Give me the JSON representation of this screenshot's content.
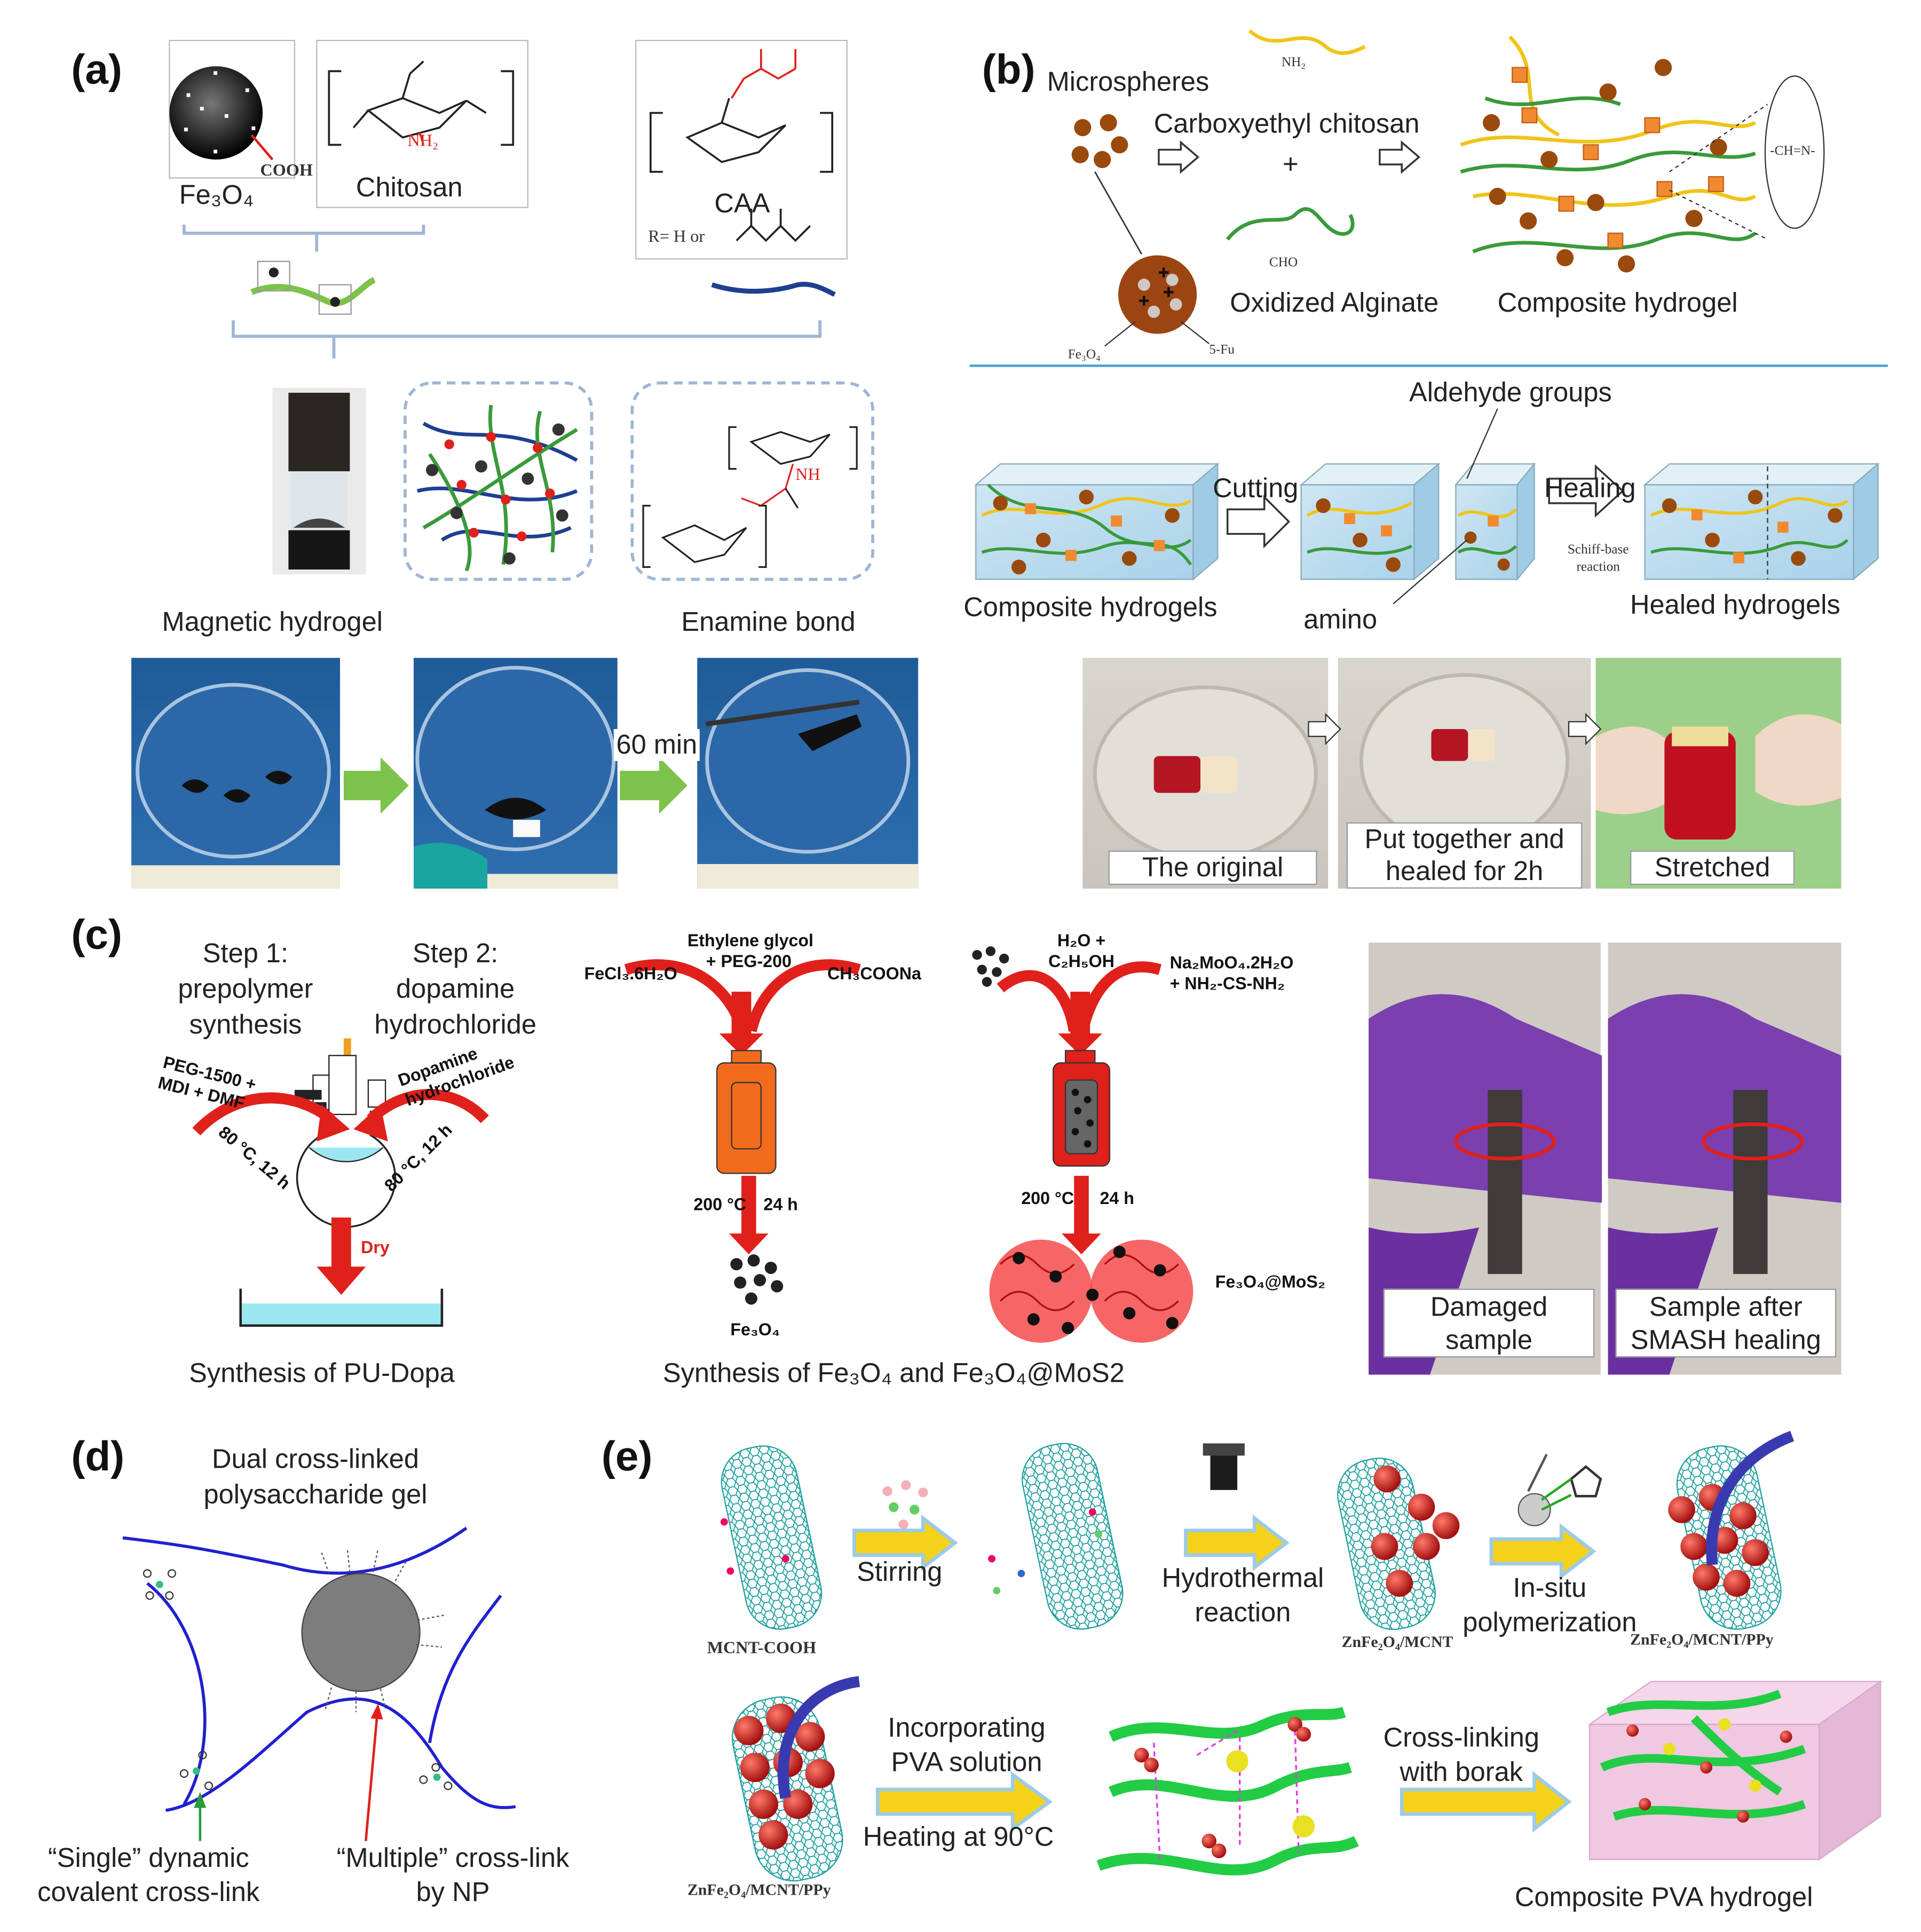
{
  "panels": {
    "a": {
      "letter": "(a)",
      "fe3o4_label": "Fe₃O₄",
      "cooh_label": "COOH",
      "chitosan_label": "Chitosan",
      "caa_label": "CAA",
      "r_def": "R= H  or",
      "nh2": "NH₂",
      "nh": "NH",
      "magnetic_hydrogel": "Magnetic hydrogel",
      "enamine_bond": "Enamine bond",
      "time_label": "60 min"
    },
    "b": {
      "letter": "(b)",
      "microspheres": "Microspheres",
      "carboxyethyl_chitosan": "Carboxyethyl chitosan",
      "plus": "+",
      "oxidized_alginate": "Oxidized Alginate",
      "composite_hydrogel": "Composite hydrogel",
      "fe3o4_small": "Fe₃O₄",
      "five_fu": "5-Fu",
      "nh2_small": "NH₂",
      "cho_small": "CHO",
      "ch_n": "-CH=N-",
      "aldehyde_groups": "Aldehyde groups",
      "cutting": "Cutting",
      "healing": "Healing",
      "schiff_base": "Schiff-base reaction",
      "composite_hydrogels": "Composite hydrogels",
      "amino": "amino",
      "healed_hydrogels": "Healed hydrogels",
      "photo_original": "The original",
      "photo_put_together_1": "Put together and",
      "photo_put_together_2": "healed for 2h",
      "photo_stretched": "Stretched"
    },
    "c": {
      "letter": "(c)",
      "step1_1": "Step 1:",
      "step1_2": "prepolymer",
      "step1_3": "synthesis",
      "step2_1": "Step 2:",
      "step2_2": "dopamine",
      "step2_3": "hydrochloride",
      "peg_label_1": "PEG-1500 +",
      "peg_label_2": "MDI + DMF",
      "dopamine_label_1": "Dopamine",
      "dopamine_label_2": "hydrochloride",
      "cond_left": "80 °C, 12 h",
      "cond_right": "80 °C, 12 h",
      "dry": "Dry",
      "synthesis_pu_dopa": "Synthesis of PU-Dopa",
      "fecl3": "FeCl₃.6H₂O",
      "ethylene_glycol_1": "Ethylene glycol",
      "ethylene_glycol_2": "+ PEG-200",
      "ch3coona": "CH₃COONa",
      "temp1": "200 °C",
      "time1": "24 h",
      "fe3o4": "Fe₃O₄",
      "h2o_1": "H₂O +",
      "h2o_2": "C₂H₅OH",
      "na2moo4_1": "Na₂MoO₄.2H₂O",
      "na2moo4_2": "+ NH₂-CS-NH₂",
      "temp2": "200 °C",
      "time2": "24 h",
      "fe3o4_mos2": "Fe₃O₄@MoS₂",
      "synthesis_fe3o4": "Synthesis of Fe₃O₄ and Fe₃O₄@MoS2",
      "damaged_1": "Damaged",
      "damaged_2": "sample",
      "after_1": "Sample after",
      "after_2": "SMASH healing"
    },
    "d": {
      "letter": "(d)",
      "title_1": "Dual cross-linked",
      "title_2": "polysaccharide gel",
      "single_1": "“Single” dynamic",
      "single_2": "covalent cross-link",
      "multiple_1": "“Multiple” cross-link",
      "multiple_2": "by NP"
    },
    "e": {
      "letter": "(e)",
      "mcnt_cooh": "MCNT-COOH",
      "stirring": "Stirring",
      "hydrothermal_1": "Hydrothermal",
      "hydrothermal_2": "reaction",
      "znfe_mcnt": "ZnFe₂O₄/MCNT",
      "insitu_1": "In-situ",
      "insitu_2": "polymerization",
      "znfe_mcnt_ppy": "ZnFe₂O₄/MCNT/PPy",
      "znfe_mcnt_ppy_2": "ZnFe₂O₄/MCNT/PPy",
      "incorporating_1": "Incorporating",
      "incorporating_2": "PVA solution",
      "heating": "Heating at 90°C",
      "crosslinking_1": "Cross-linking",
      "crosslinking_2": "with borak",
      "composite_pva": "Composite PVA hydrogel"
    }
  },
  "colors": {
    "arrow_green": "#7dc24b",
    "arrow_red": "#e0201b",
    "arrow_yellow": "#f5d21a",
    "chain_green": "#3a9a3a",
    "chain_yellow": "#f0c419",
    "chain_blue": "#1f3f8f",
    "cnt_teal": "#1fa0a0",
    "particle_brown": "#8b4513",
    "glove_purple": "#7b3fb0",
    "divider_blue": "#4aa3d6"
  }
}
